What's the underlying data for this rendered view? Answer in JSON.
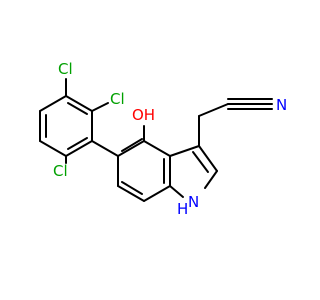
{
  "molecule": {
    "atoms": [
      {
        "key": "cl_top",
        "text": "Cl",
        "color": "#00a000"
      },
      {
        "key": "cl_mid",
        "text": "Cl",
        "color": "#00a000"
      },
      {
        "key": "cl_bot",
        "text": "Cl",
        "color": "#00a000"
      },
      {
        "key": "hydroxyl",
        "text": "OH",
        "color": "#ff0000"
      },
      {
        "key": "nitrile_n",
        "text": "N",
        "color": "#0000ff"
      },
      {
        "key": "indole_nh_n",
        "text": "N",
        "color": "#0000ff"
      },
      {
        "key": "indole_nh_h",
        "text": "H",
        "color": "#0000ff"
      }
    ]
  }
}
